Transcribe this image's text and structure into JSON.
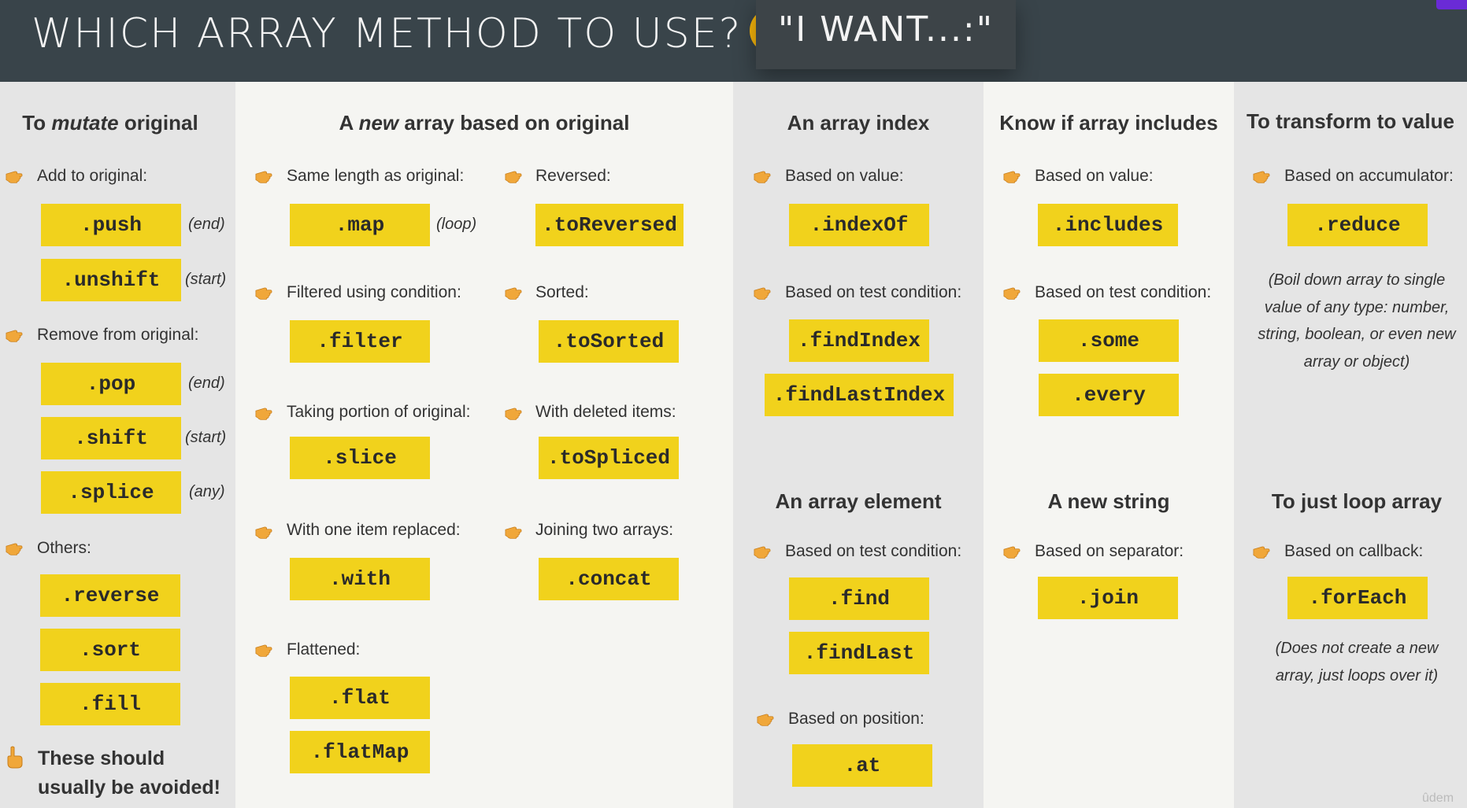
{
  "header": {
    "title": "WHICH ARRAY METHOD TO USE?",
    "title_emoji": "thinking-face",
    "want_label": "\"I WANT...:\""
  },
  "columns": {
    "mutate": {
      "heading_pre": "To ",
      "heading_em": "mutate",
      "heading_post": " original",
      "add_label": "Add to original:",
      "push": ".push",
      "push_note": "(end)",
      "unshift": ".unshift",
      "unshift_note": "(start)",
      "remove_label": "Remove from original:",
      "pop": ".pop",
      "pop_note": "(end)",
      "shift": ".shift",
      "shift_note": "(start)",
      "splice": ".splice",
      "splice_note": "(any)",
      "others_label": "Others:",
      "reverse": ".reverse",
      "sort": ".sort",
      "fill": ".fill",
      "warning_line1": "These should",
      "warning_line2": "usually be avoided!"
    },
    "new_array": {
      "heading_pre": "A ",
      "heading_em": "new",
      "heading_post": " array based on original",
      "same_length_label": "Same length as original:",
      "map": ".map",
      "map_note": "(loop)",
      "filtered_label": "Filtered using condition:",
      "filter": ".filter",
      "portion_label": "Taking portion of original:",
      "slice": ".slice",
      "replaced_label": "With one item replaced:",
      "with": ".with",
      "flattened_label": "Flattened:",
      "flat": ".flat",
      "flatMap": ".flatMap",
      "reversed_label": "Reversed:",
      "toReversed": ".toReversed",
      "sorted_label": "Sorted:",
      "toSorted": ".toSorted",
      "deleted_label": "With deleted items:",
      "toSpliced": ".toSpliced",
      "joining_label": "Joining two arrays:",
      "concat": ".concat"
    },
    "index": {
      "heading": "An array index",
      "value_label": "Based on value:",
      "indexOf": ".indexOf",
      "test_label": "Based on test condition:",
      "findIndex": ".findIndex",
      "findLastIndex": ".findLastIndex",
      "element_heading": "An array element",
      "element_test_label": "Based on test condition:",
      "find": ".find",
      "findLast": ".findLast",
      "position_label": "Based on position:",
      "at": ".at"
    },
    "includes": {
      "heading": "Know if array includes",
      "value_label": "Based on value:",
      "includes": ".includes",
      "test_label": "Based on test condition:",
      "some": ".some",
      "every": ".every",
      "string_heading": "A new string",
      "separator_label": "Based on separator:",
      "join": ".join"
    },
    "transform": {
      "heading": "To transform to value",
      "accumulator_label": "Based on accumulator:",
      "reduce": ".reduce",
      "reduce_note_1": "(Boil down array to single",
      "reduce_note_2": "value of any type: number,",
      "reduce_note_3": "string, boolean, or even new",
      "reduce_note_4": "array or object)",
      "loop_heading": "To just loop array",
      "callback_label": "Based on callback:",
      "forEach": ".forEach",
      "foreach_note_1": "(Does not create a new",
      "foreach_note_2": "array, just loops over it)"
    }
  },
  "watermark": "ûdem",
  "colors": {
    "header": "#39444a",
    "button": "#f1d21c",
    "hand": "#f0a73a",
    "column_dark": "#e5e5e5",
    "column_light": "#f5f5f2"
  }
}
